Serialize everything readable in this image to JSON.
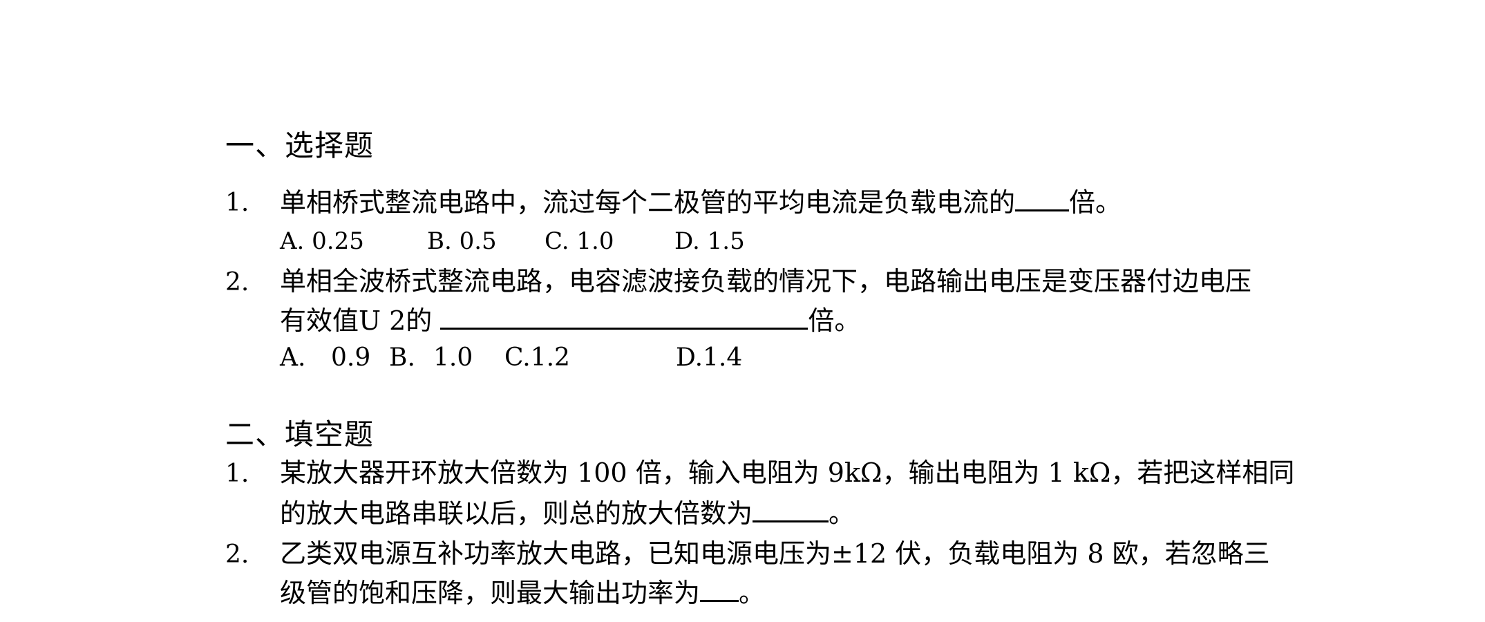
{
  "section1": {
    "title": "一、选择题",
    "q1": {
      "num": "1.",
      "text_before": "单相桥式整流电路中，流过每个二极管的平均电流是负载电流的",
      "text_after": "倍。",
      "options": [
        "A. 0.25",
        "B. 0.5",
        "C. 1.0",
        "D. 1.5"
      ]
    },
    "q2": {
      "num": "2.",
      "line1": "单相全波桥式整流电路，电容滤波接负载的情况下，电路输出电压是变压器付边电压",
      "line2_before": "有效值U 2的",
      "line2_after": "倍。",
      "options": [
        "A.",
        "0.9",
        "B.",
        "1.0",
        "C.1.2",
        "D.1.4"
      ]
    }
  },
  "section2": {
    "title": "二、填空题",
    "q1": {
      "num": "1.",
      "line1": "某放大器开环放大倍数为 100 倍，输入电阻为 9kΩ，输出电阻为 1 kΩ，若把这样相同",
      "line2_before": "的放大电路串联以后，则总的放大倍数为",
      "line2_after": "。"
    },
    "q2": {
      "num": "2.",
      "line1": "乙类双电源互补功率放大电路，已知电源电压为±12 伏，负载电阻为 8 欧，若忽略三",
      "line2_before": "级管的饱和压降，则最大输出功率为",
      "line2_after": "。"
    }
  }
}
